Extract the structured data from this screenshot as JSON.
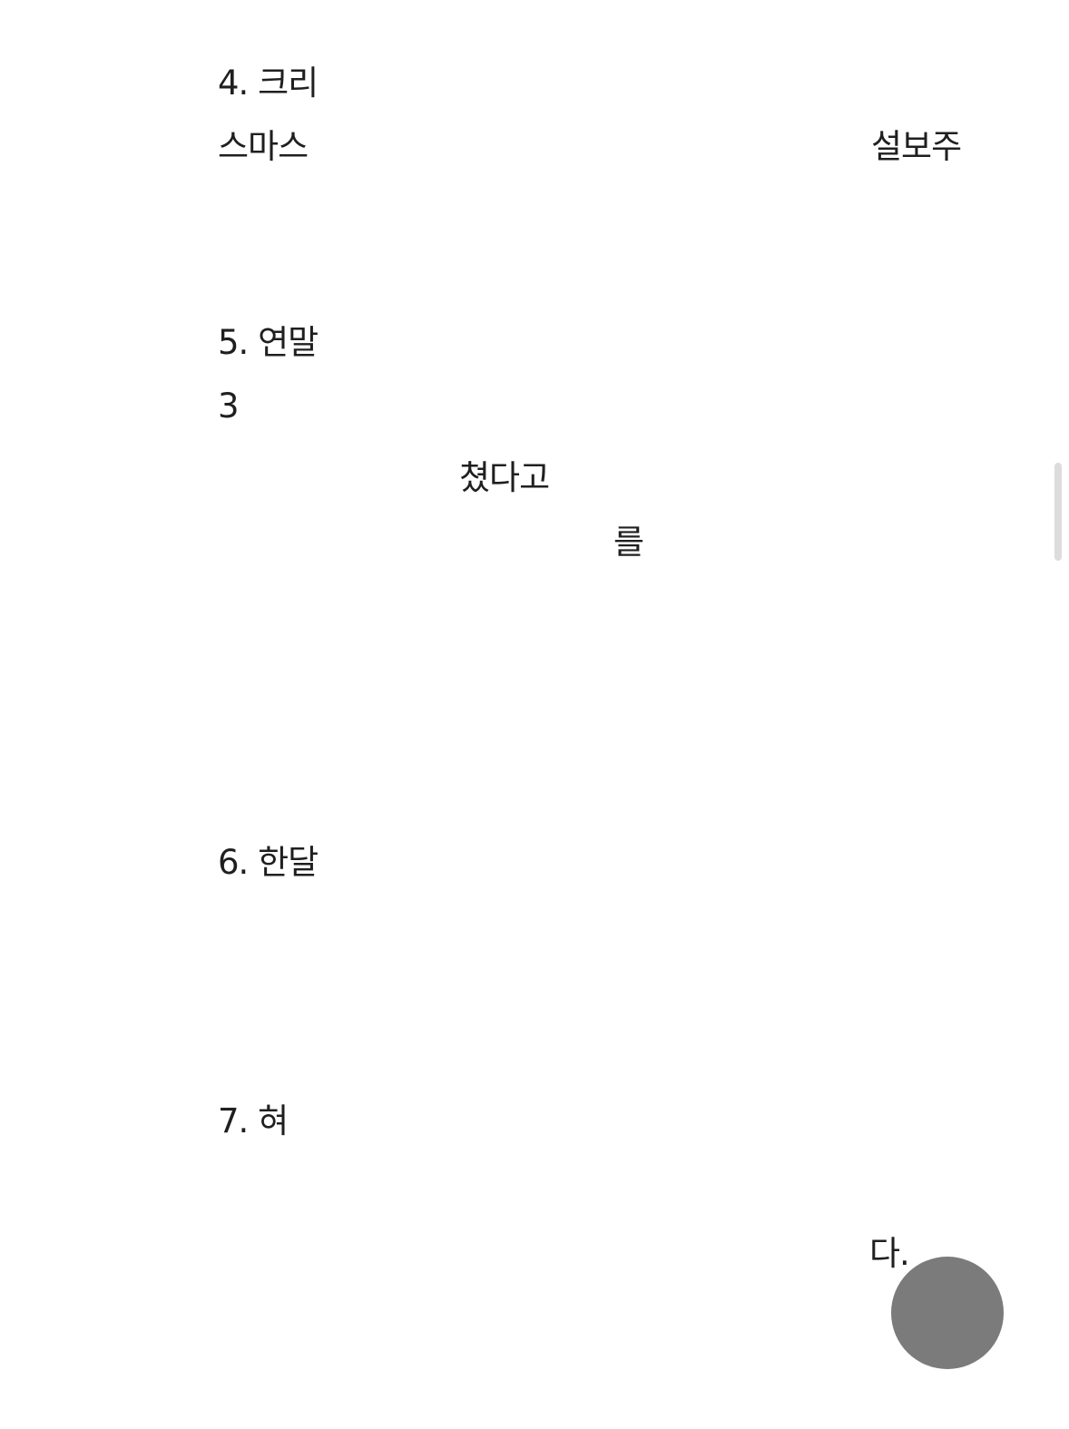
{
  "article": {
    "lines": [
      {
        "text": "4. 크리"
      },
      {
        "text": "스마스"
      },
      {
        "text": "설보주"
      },
      {
        "text": "5. 연말"
      },
      {
        "text": "3"
      },
      {
        "text": "쳤다고"
      },
      {
        "text": "를"
      },
      {
        "text": "6. 한달"
      },
      {
        "text": "7. 혀"
      },
      {
        "text": "다."
      }
    ]
  }
}
